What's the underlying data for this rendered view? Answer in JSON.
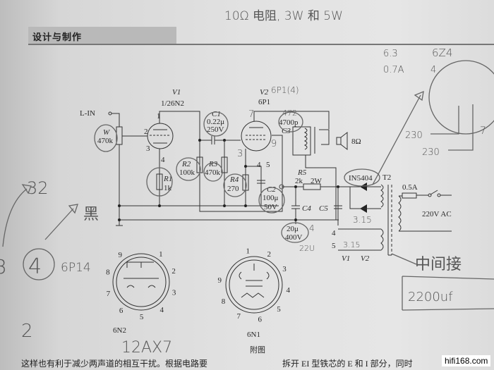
{
  "header": {
    "section_title": "设计与制作"
  },
  "handwritten": {
    "top_note": "10Ω 电阻, 3W 和 5W",
    "v2_note": "6P1(4)",
    "c3_note": "472",
    "voltage": "6.3",
    "current": "0.7A",
    "pin4": "4",
    "tube": "6Z4",
    "v230a": "230",
    "v230b": "230",
    "pin7": "7",
    "num32": "32",
    "black": "黑",
    "circled4": "4",
    "to6p14": "6P14",
    "num3": "3",
    "num2": "2",
    "twelveax7": "12AX7",
    "center_tap": "中间接",
    "cap2200": "2200uf",
    "v315a": "3.15",
    "v315b": "3.15",
    "u22": "22U",
    "num4": "4"
  },
  "schematic": {
    "v1_label": "V1",
    "v1_type": "1/26N2",
    "lin": "L-IN",
    "w_label": "W",
    "w_value": "470k",
    "r1_label": "R1",
    "r1_value": "1k",
    "c1_label": "C1",
    "c1_value": "0.22μ",
    "c1_voltage": "250V",
    "r2_label": "R2",
    "r2_value": "100k",
    "r3_label": "R3",
    "r3_value": "470k",
    "r4_label": "R4",
    "r4_value": "270",
    "c2_label": "C2",
    "c2_value": "100μ",
    "c2_voltage": "50V",
    "v2_label": "V2",
    "v2_type": "6P1",
    "c3_label": "C3",
    "c3_value": "4700p",
    "speaker": "8Ω",
    "r5_label": "R5",
    "r5_value": "2k",
    "r5_power": "2W",
    "c4_label": "C4",
    "c5_label": "C5",
    "c45_value": "20μ",
    "c45_voltage": "400V",
    "diode": "IN5404",
    "t2": "T2",
    "fuse": "0.5A",
    "mains": "220V AC",
    "p1": "1",
    "p2": "2",
    "p3": "3",
    "p4": "4",
    "p7": "7",
    "p9": "9",
    "p4b": "4",
    "p5b": "5",
    "p4c": "4",
    "p5c": "5",
    "heater_v1": "V1",
    "heater_v2": "V2"
  },
  "sockets": [
    {
      "name": "6N2",
      "pins": [
        "1",
        "2",
        "3",
        "4",
        "5",
        "6",
        "7",
        "8",
        "9"
      ]
    },
    {
      "name": "6N1",
      "pins": [
        "1",
        "2",
        "3",
        "4",
        "5",
        "6",
        "7",
        "8",
        "9"
      ]
    }
  ],
  "figure_caption": "附图",
  "body_text": {
    "left": "这样也有利于减少两声道的相互干扰。根据电路要",
    "right": "拆开 EI 型铁芯的 E 和 I 部分，同时"
  },
  "watermark": "hifi168.com"
}
